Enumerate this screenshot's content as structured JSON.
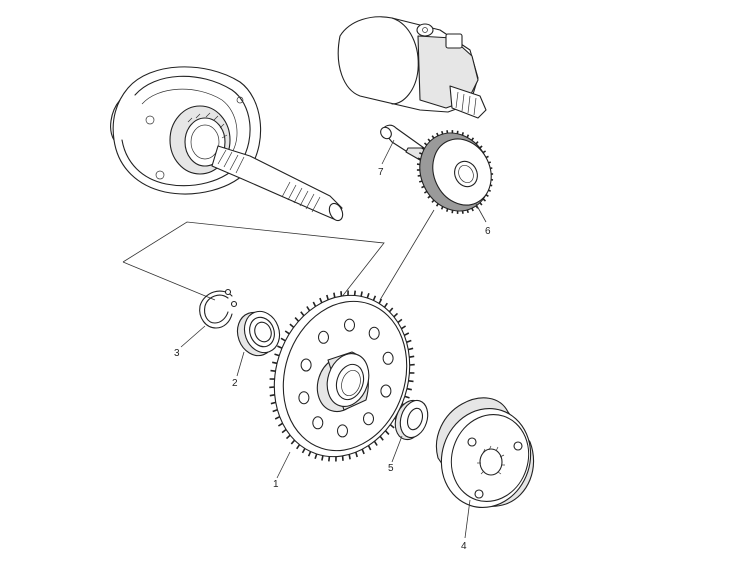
{
  "diagram": {
    "callouts": [
      {
        "id": "1",
        "part": "starter-driven-gear-1"
      },
      {
        "id": "2",
        "part": "bearing-2"
      },
      {
        "id": "3",
        "part": "circlip-3"
      },
      {
        "id": "4",
        "part": "one-way-clutch-4"
      },
      {
        "id": "5",
        "part": "washer-5"
      },
      {
        "id": "6",
        "part": "starter-idler-gear-6"
      },
      {
        "id": "7",
        "part": "idler-shaft-7"
      }
    ],
    "colors": {
      "ink": "#222222",
      "background": "#ffffff",
      "shade": "#e6e6e6"
    }
  }
}
